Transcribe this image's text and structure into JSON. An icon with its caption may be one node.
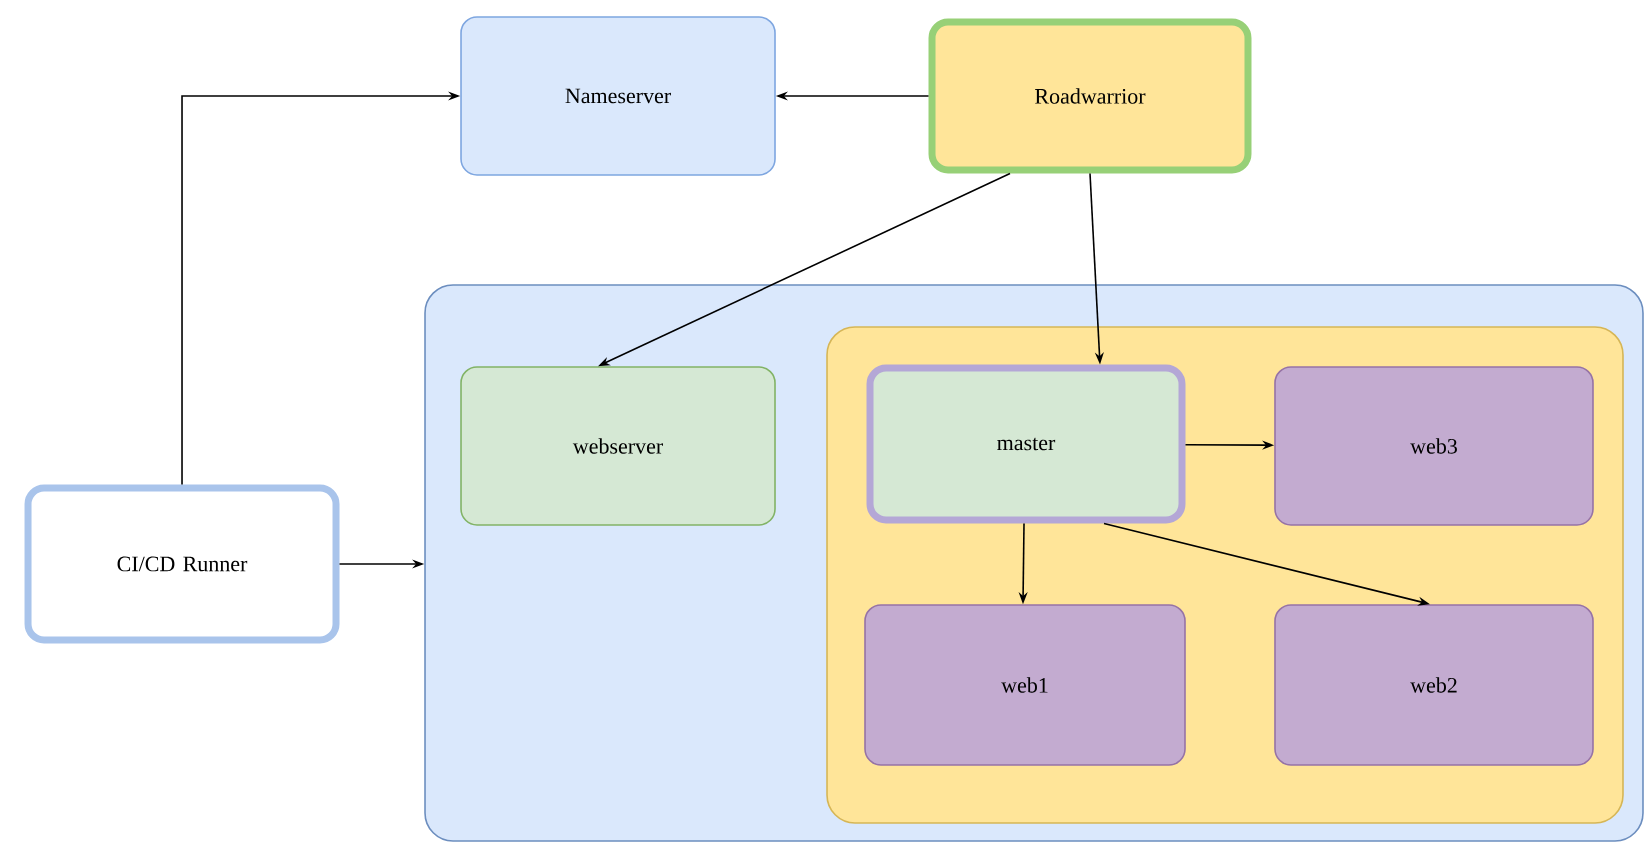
{
  "diagram": {
    "nodes": [
      {
        "text": [
          "Nameserver"
        ]
      },
      {
        "text": [
          "Roadwarrior"
        ]
      },
      {
        "text": [],
        "shape": "box"
      },
      {
        "text": [
          "webserver"
        ],
        "in": 2
      },
      {
        "text": [],
        "shape": "box",
        "in": 2
      },
      {
        "text": [
          "master"
        ],
        "in": 4
      },
      {
        "text": [
          "web3"
        ],
        "in": 4
      },
      {
        "text": [
          "web1"
        ],
        "in": 4
      },
      {
        "text": [
          "web2"
        ],
        "in": 4
      },
      {
        "text": [
          "CI/CD Runner"
        ]
      }
    ],
    "edges": [
      {
        "from": 1,
        "to": 0,
        "arrow": "to"
      },
      {
        "from": 9,
        "to": 0,
        "arrow": "to"
      },
      {
        "from": 9,
        "to": 2,
        "arrow": "to"
      },
      {
        "from": 1,
        "to": 3,
        "arrow": "to"
      },
      {
        "from": 1,
        "to": 5,
        "arrow": "to"
      },
      {
        "from": 5,
        "to": 6,
        "arrow": "to"
      },
      {
        "from": 5,
        "to": 7,
        "arrow": "to"
      },
      {
        "from": 5,
        "to": 8,
        "arrow": "to"
      }
    ]
  }
}
